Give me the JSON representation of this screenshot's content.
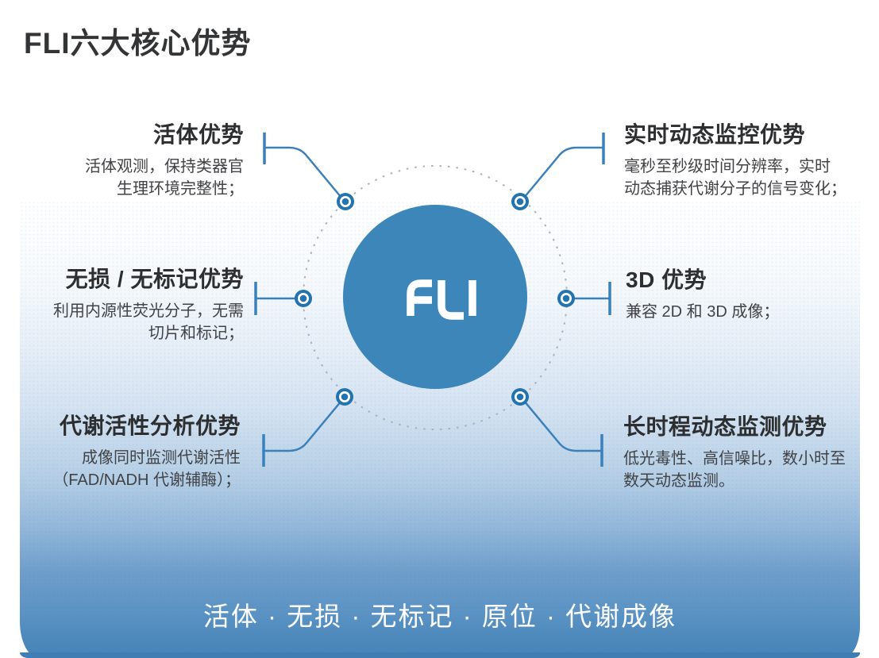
{
  "page": {
    "title": "FLI六大核心优势",
    "banner": "活体 · 无损 · 无标记 · 原位 · 代谢成像"
  },
  "center": {
    "logo": "FLI"
  },
  "callouts": [
    {
      "id": "live",
      "title": "活体优势",
      "line1": "活体观测，保持类器官",
      "line2": "生理环境完整性；"
    },
    {
      "id": "realtime",
      "title": "实时动态监控优势",
      "line1": "毫秒至秒级时间分辨率，实时",
      "line2": "动态捕获代谢分子的信号变化；"
    },
    {
      "id": "labelfree",
      "title": "无损 / 无标记优势",
      "line1": "利用内源性荧光分子，无需",
      "line2": "切片和标记；"
    },
    {
      "id": "threed",
      "title": "3D 优势",
      "line1": "兼容 2D 和 3D 成像；"
    },
    {
      "id": "metabolic",
      "title": "代谢活性分析优势",
      "line1": "成像同时监测代谢活性",
      "line2": "（FAD/NADH 代谢辅酶）；"
    },
    {
      "id": "longterm",
      "title": "长时程动态监测优势",
      "line1": "低光毒性、高信噪比，数小时至",
      "line2": "数天动态监测。"
    }
  ],
  "colors": {
    "accent_line": "#3a80ba",
    "node_dot": "#2273ae",
    "center_circle": "#3c86ba",
    "dotted_ring": "#a9b2bc",
    "title_text": "#333436",
    "body_text": "#404245",
    "banner_bottom": "#4583b6"
  }
}
